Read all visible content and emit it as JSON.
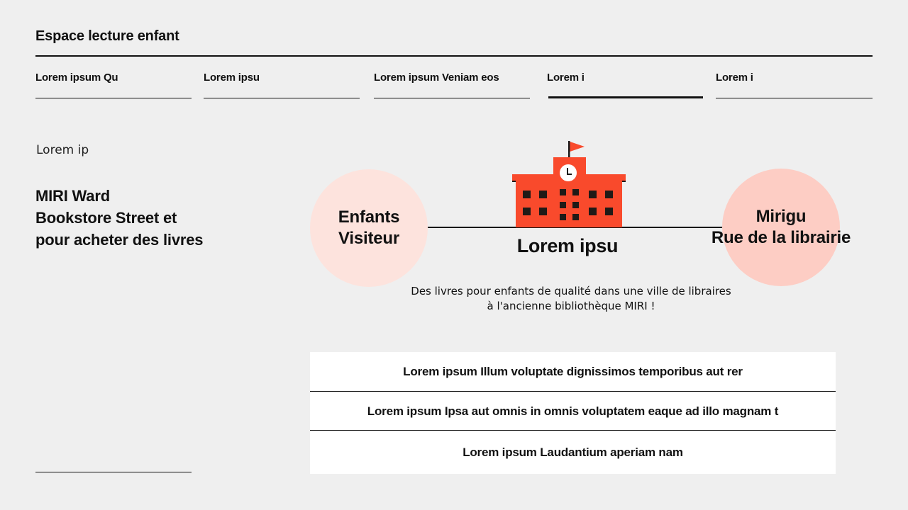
{
  "header": {
    "title": "Espace lecture enfant"
  },
  "tabs": [
    {
      "label": "Lorem ipsum Qu",
      "active": false
    },
    {
      "label": "Lorem ipsu",
      "active": false
    },
    {
      "label": "Lorem ipsum Veniam eos",
      "active": false
    },
    {
      "label": "Lorem i",
      "active": true
    },
    {
      "label": "Lorem i",
      "active": false
    }
  ],
  "left": {
    "section_label": "Lorem ip",
    "heading_lines": [
      "MIRI Ward",
      "Bookstore Street et",
      "pour acheter des livres"
    ]
  },
  "diagram": {
    "left_circle": {
      "lines": [
        "Enfants",
        "Visiteur"
      ],
      "color": "#fde3dd"
    },
    "right_circle": {
      "lines": [
        "Mirigu",
        "Rue de la librairie"
      ],
      "color": "#fdcdc4"
    },
    "center_icon": "school-building-icon",
    "center_title": "Lorem ipsu",
    "tagline_lines": [
      "Des livres pour enfants de qualité dans une ville de libraires",
      "à l'ancienne bibliothèque MIRI !"
    ],
    "accent_color": "#f94a2c"
  },
  "links": [
    "Lorem ipsum Illum voluptate dignissimos temporibus aut rer",
    "Lorem ipsum Ipsa aut omnis in omnis voluptatem eaque ad illo magnam t",
    "Lorem ipsum Laudantium aperiam nam"
  ]
}
